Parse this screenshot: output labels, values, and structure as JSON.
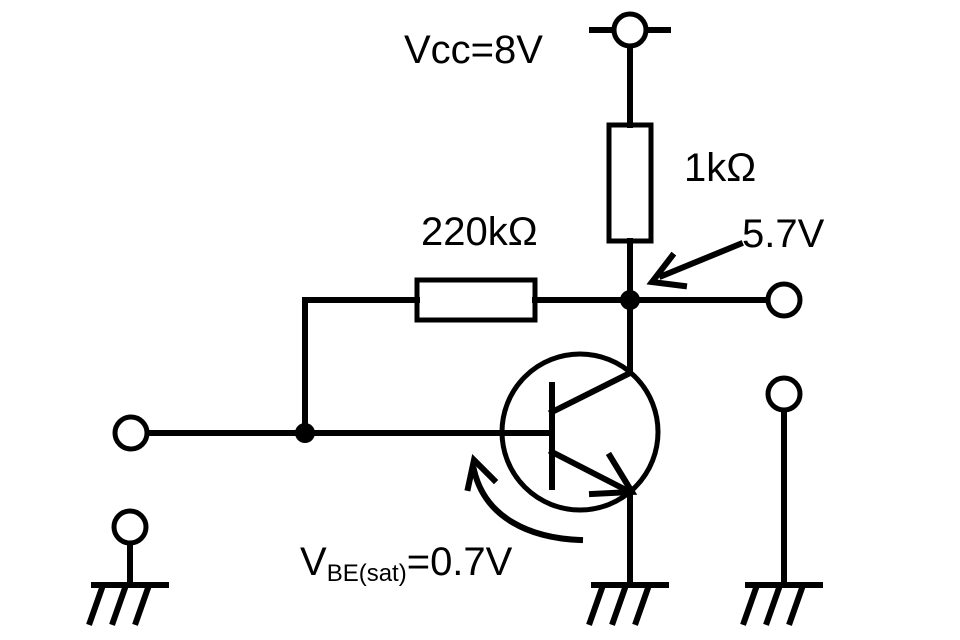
{
  "labels": {
    "vcc": "Vcc=8V",
    "r_collector": "1kΩ",
    "r_base": "220kΩ",
    "v_collector": "5.7V",
    "vbe_main": "V",
    "vbe_sub": "BE(sat)",
    "vbe_value": "=0.7V"
  },
  "components": {
    "supply": {
      "voltage": "8V"
    },
    "collector_resistor": {
      "value": "1kΩ"
    },
    "base_resistor": {
      "value": "220kΩ"
    },
    "transistor": {
      "type": "NPN",
      "vbe_sat": "0.7V"
    },
    "collector_node_voltage": "5.7V"
  }
}
